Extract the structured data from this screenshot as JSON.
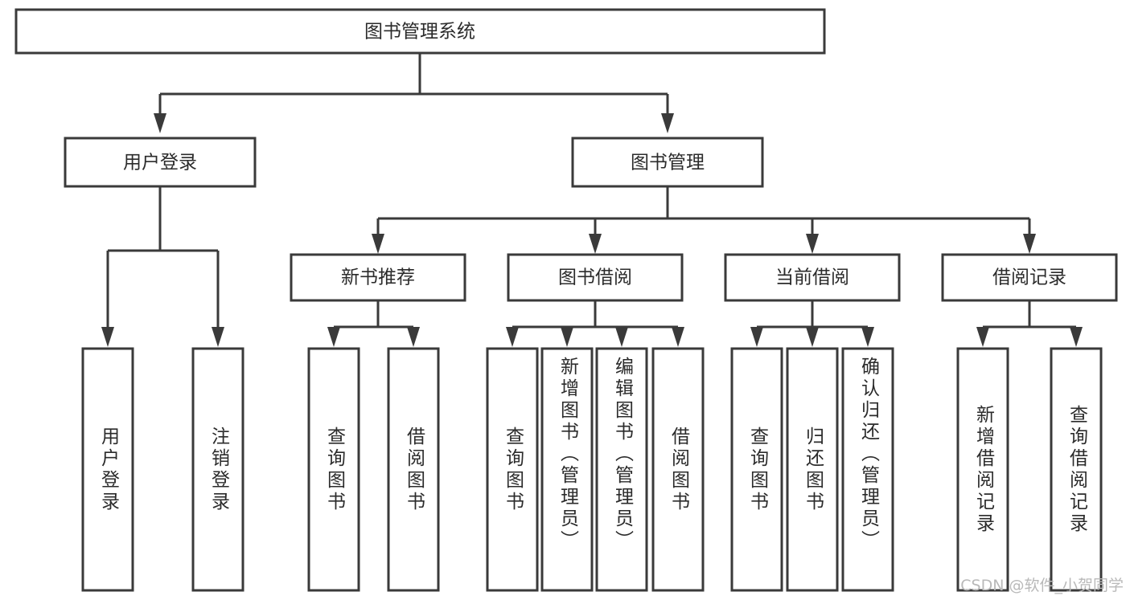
{
  "diagram": {
    "type": "tree",
    "title_node": {
      "label": "图书管理系统"
    },
    "level2": [
      {
        "label": "用户登录"
      },
      {
        "label": "图书管理"
      }
    ],
    "level3": [
      {
        "label": "新书推荐"
      },
      {
        "label": "图书借阅"
      },
      {
        "label": "当前借阅"
      },
      {
        "label": "借阅记录"
      }
    ],
    "leaves": {
      "user_login": [
        {
          "label": "用户登录"
        },
        {
          "label": "注销登录"
        }
      ],
      "new_book_recommend": [
        {
          "label": "查询图书"
        },
        {
          "label": "借阅图书"
        }
      ],
      "book_borrow": [
        {
          "label": "查询图书"
        },
        {
          "label": "新增图书（管理员）"
        },
        {
          "label": "编辑图书（管理员）"
        },
        {
          "label": "借阅图书"
        }
      ],
      "current_borrow": [
        {
          "label": "查询图书"
        },
        {
          "label": "归还图书"
        },
        {
          "label": "确认归还（管理员）"
        }
      ],
      "borrow_record": [
        {
          "label": "新增借阅记录"
        },
        {
          "label": "查询借阅记录"
        }
      ]
    }
  },
  "watermark": {
    "text": "CSDN @软件_小贺同学"
  },
  "colors": {
    "stroke": "#3a3a3a",
    "fill": "#ffffff",
    "text": "#2b2b2b",
    "watermark": "#b9b9b9"
  }
}
